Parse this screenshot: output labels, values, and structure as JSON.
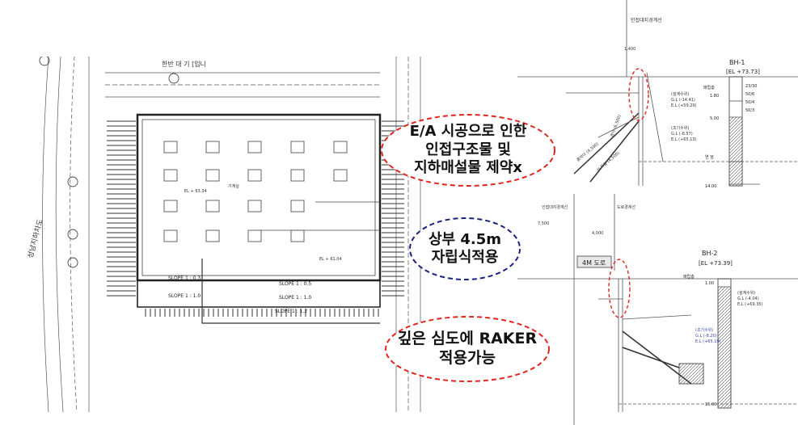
{
  "colors": {
    "red_dash": "#e0261f",
    "blue_dash": "#1a237e",
    "drawing_line": "#444444",
    "accent_red": "#d32f2f"
  },
  "plan": {
    "labels": {
      "road_west": "성남지하차도",
      "top_road": "한반 대 기 [입니",
      "slope1": "SLOPE 1 : 0.3",
      "slope2": "SLOPE 1 : 0.5",
      "slope3": "SLOPE 1 : 1.0",
      "slope4": "SLOPE 1 : 1.0",
      "slope5": "SLOPE 1 : 1.2",
      "el_a": "EL + 63.34",
      "el_b": "EL + 61.04",
      "room": "기계실"
    }
  },
  "bh1": {
    "title": "BH-1",
    "elevation": "[EL +73.73]",
    "top_label": "인접대지경계선",
    "dim_top": "1,400",
    "layers": [
      "매립층",
      "1.80",
      "5.00",
      "23/30",
      "50/6",
      "50/4",
      "50/3",
      "연 암",
      "14.00"
    ],
    "water_levels": [
      {
        "name": "(설계수위)",
        "gl": "G.L (-14.41)",
        "el": "E.L (+59.29)"
      },
      {
        "name": "(조기수위)",
        "gl": "G.L (-8.57)",
        "el": "E.L (+65.13)"
      }
    ],
    "raker_labels": [
      "흙막이 (4,500)",
      "H-파일 (4,500)",
      "경사 (6,500)"
    ]
  },
  "bh2": {
    "title": "BH-2",
    "elevation": "[EL +73.39]",
    "top_labels": [
      "인접대지경계선",
      "도로경계선"
    ],
    "dims": [
      "7,500",
      "4,000"
    ],
    "road_box": "4M 도로",
    "layers": [
      "매립층",
      "1.00",
      "15.00"
    ],
    "water_levels": [
      {
        "name": "(설계수위)",
        "gl": "G.L (-4.04)",
        "el": "E.L (+69.35)"
      },
      {
        "name": "(조기수위)",
        "gl": "G.L (-8.20)",
        "el": "E.L (+65.19)"
      }
    ]
  },
  "callouts": {
    "ea": [
      "E/A 시공으로 인한",
      "인접구조물 및",
      "지하매설물 제약x"
    ],
    "upper": [
      "상부 4.5m",
      "자립식적용"
    ],
    "raker": [
      "깊은 심도에 RAKER",
      "적용가능"
    ]
  }
}
